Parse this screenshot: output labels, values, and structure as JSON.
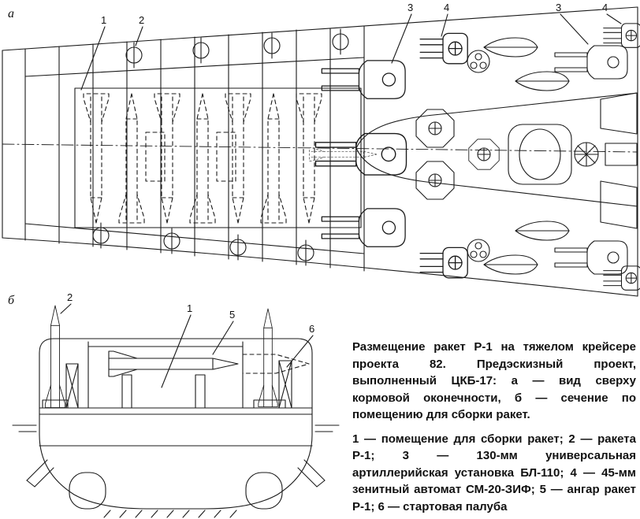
{
  "figure": {
    "view_a_label": "а",
    "view_b_label": "б",
    "callouts": {
      "assembly_room": "1",
      "rocket_r1": "2",
      "gun_130mm": "3",
      "aa_45mm": "4",
      "hangar": "5",
      "launch_deck": "6"
    }
  },
  "caption": {
    "para1": "Размещение ракет Р-1 на тяжелом крейсере проекта 82. Предэскизный проект, выполненный ЦКБ-17: а — вид сверху кормовой оконечности, б — сечение по помещению для сборки ракет.",
    "para2": "1 — помещение для сборки ракет; 2 — ракета Р-1; 3 — 130-мм универсальная артиллерийская установка БЛ-110; 4 — 45-мм зенитный автомат СМ-20-ЗИФ; 5 — ангар ракет Р-1; 6 — стартовая палуба"
  }
}
